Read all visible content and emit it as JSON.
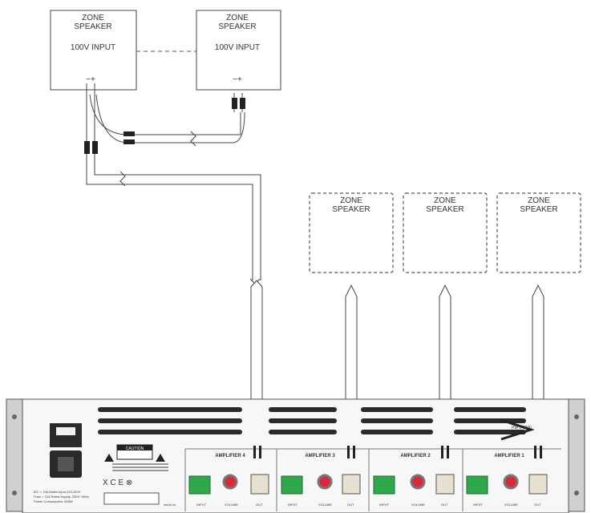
{
  "speakers_connected": [
    {
      "line1": "ZONE",
      "line2": "SPEAKER",
      "input": "100V INPUT",
      "terminal": "−+"
    },
    {
      "line1": "ZONE",
      "line2": "SPEAKER",
      "input": "100V INPUT",
      "terminal": "−+"
    }
  ],
  "speakers_optional": [
    {
      "line1": "ZONE",
      "line2": "SPEAKER"
    },
    {
      "line1": "ZONE",
      "line2": "SPEAKER"
    },
    {
      "line1": "ZONE",
      "line2": "SPEAKER"
    }
  ],
  "rack": {
    "caution": "CAUTION",
    "compliance": "X  C E  ⊗",
    "power_info": [
      "IEC = 10A  Mains Input 220-240V",
      "Fuse = T2A  Rated Supply: 230V~50Hz",
      "Power Consumption: 500W"
    ],
    "brand_text": "PW  3   0040",
    "serial_label": "serial no.",
    "amplifiers": [
      {
        "name": "AMPLIFIER 4",
        "input": "INPUT",
        "volume": "VOLUME",
        "out": "OUT"
      },
      {
        "name": "AMPLIFIER 3",
        "input": "INPUT",
        "volume": "VOLUME",
        "out": "OUT"
      },
      {
        "name": "AMPLIFIER 2",
        "input": "INPUT",
        "volume": "VOLUME",
        "out": "OUT"
      },
      {
        "name": "AMPLIFIER 1",
        "input": "INPUT",
        "volume": "VOLUME",
        "out": "OUT"
      }
    ]
  },
  "colors": {
    "line": "#333333",
    "terminal_green": "#2ea84a",
    "volume_red": "#d8283a",
    "rack_panel": "#f7f7f7",
    "rack_ear": "#d0d0d0"
  }
}
